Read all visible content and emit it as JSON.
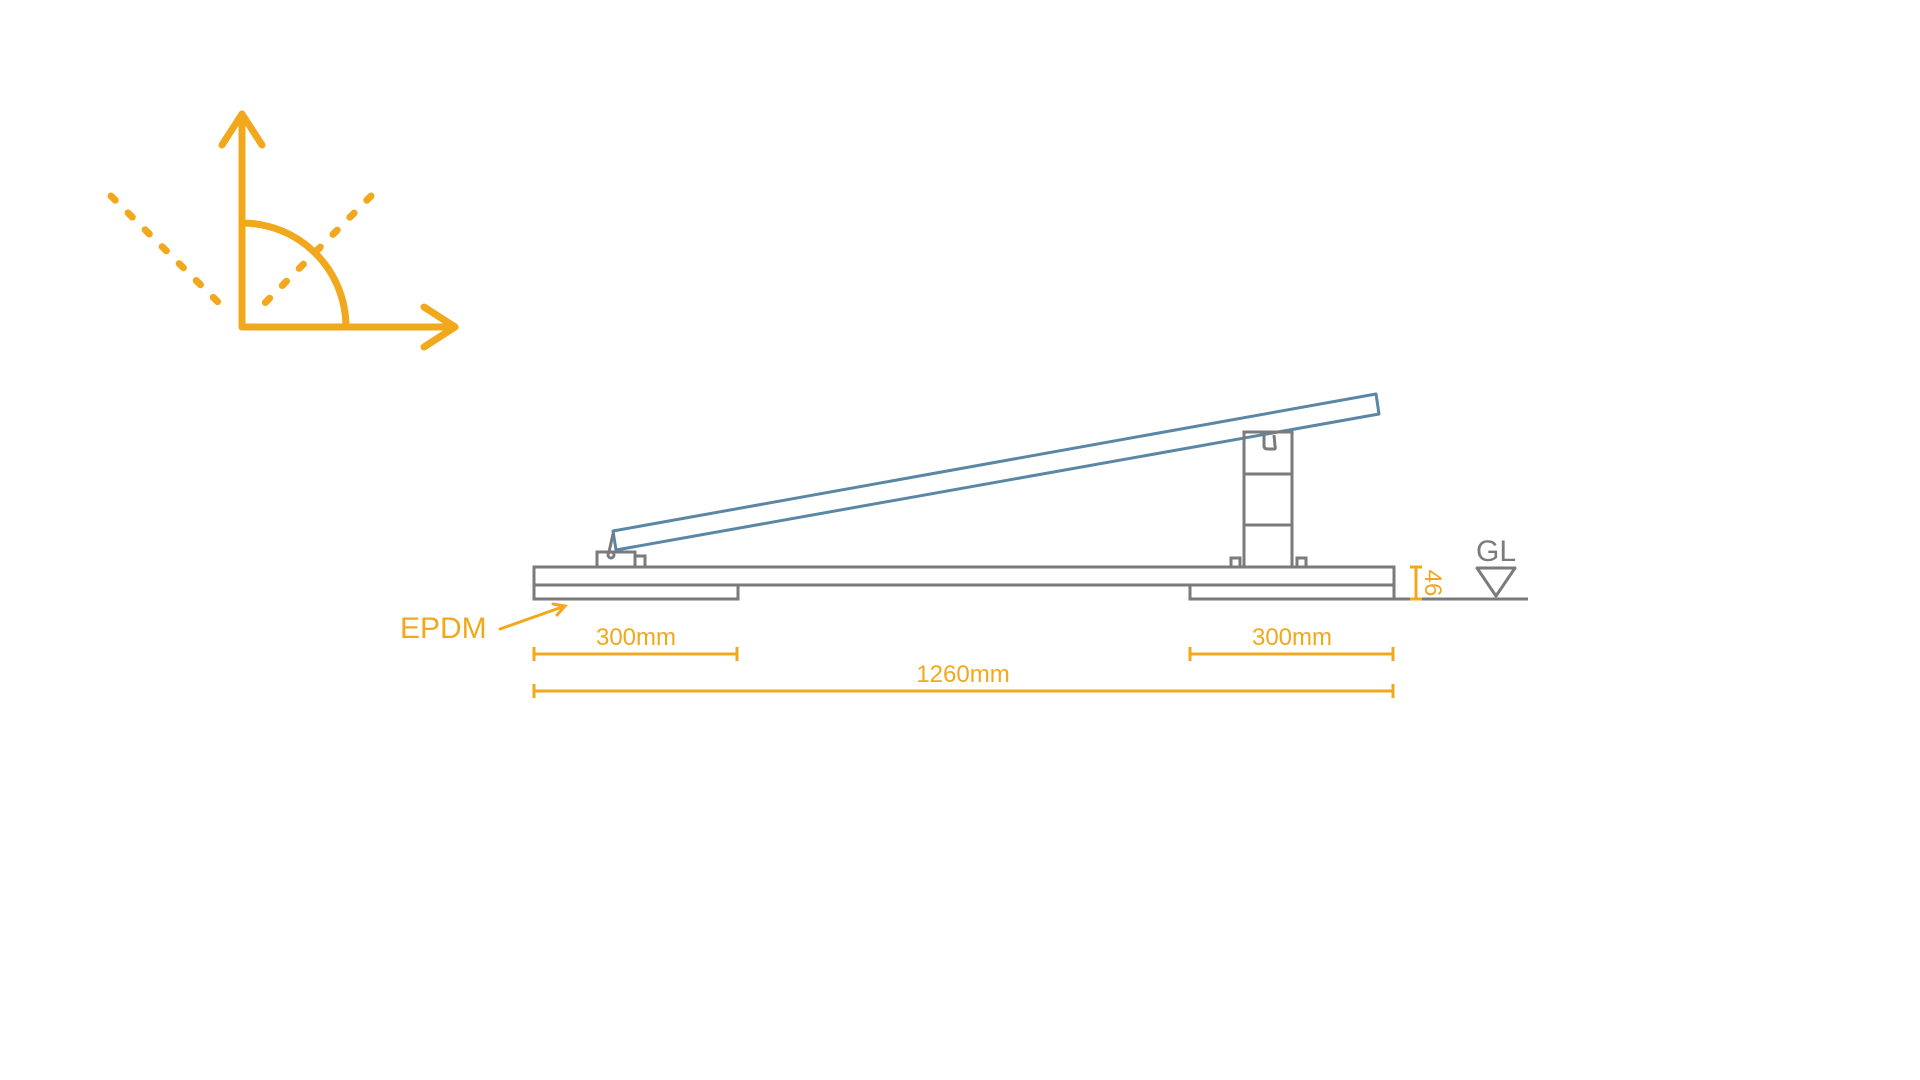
{
  "labels": {
    "material": "EPDM",
    "ground_level": "GL",
    "left_ballast_width": "300mm",
    "right_ballast_width": "300mm",
    "total_length": "1260mm",
    "rail_height": "46"
  },
  "colors": {
    "accent": "#F2A81D",
    "panel": "#5B87A6",
    "frame": "#7B7B7B",
    "background": "#FFFFFF"
  },
  "icons": {
    "angle_icon": "tilt-angle-icon",
    "ground_marker": "ground-level-triangle-icon"
  }
}
